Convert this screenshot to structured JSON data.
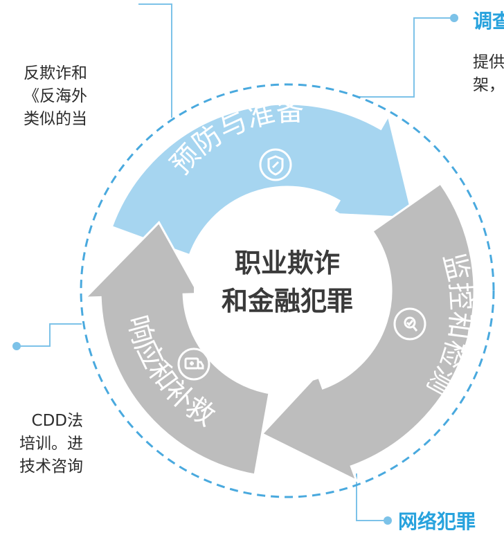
{
  "center": {
    "line1": "职业欺诈",
    "line2": "和金融犯罪"
  },
  "segments": [
    {
      "label": "预防与准备",
      "icon": "shield-icon",
      "color": "#a6d5f0"
    },
    {
      "label": "监控和检测",
      "icon": "magnifier-check-icon",
      "color": "#bdbdbd"
    },
    {
      "label": "响应和补救",
      "icon": "ambulance-icon",
      "color": "#bdbdbd"
    }
  ],
  "side_text": {
    "top_left": [
      "反欺诈和",
      "《反海外",
      "类似的当"
    ],
    "bottom_left": [
      "CDD法",
      "培训。进",
      "技术咨询"
    ],
    "top_right_heading": "调查",
    "top_right": [
      "提供",
      "架，"
    ],
    "bottom_right_heading": "网络犯罪"
  },
  "colors": {
    "accent": "#27a2dd",
    "light_blue_arrow": "#a6d5f0",
    "grey_arrow": "#bdbdbd",
    "dashed_ring": "#49a9de"
  }
}
